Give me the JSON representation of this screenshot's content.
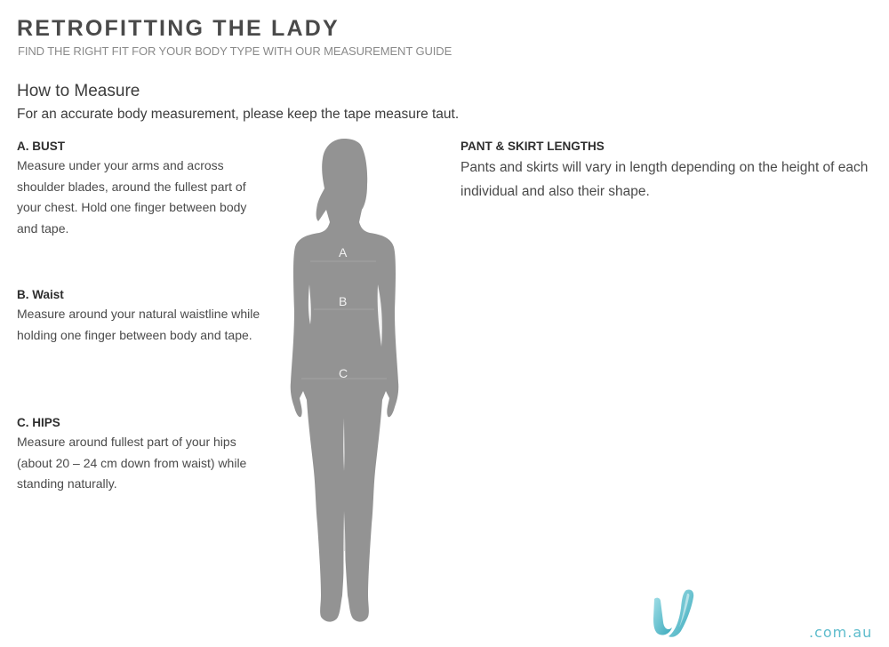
{
  "header": {
    "title": "RETROFITTING THE LADY",
    "subtitle": "FIND THE RIGHT FIT FOR YOUR BODY TYPE WITH OUR MEASUREMENT GUIDE"
  },
  "guide": {
    "heading": "How to Measure",
    "intro": "For an accurate body measurement, please keep the tape measure taut.",
    "sections": [
      {
        "head": "A. BUST",
        "body": "Measure under your arms and across shoulder blades, around the fullest part of your chest. Hold one finger between body and tape."
      },
      {
        "head": "B. Waist",
        "body": "Measure around your natural waistline while holding one finger between body and tape."
      },
      {
        "head": "C. HIPS",
        "body": "Measure around fullest part of your hips (about 20 – 24 cm down from waist) while standing naturally."
      },
      {
        "head": "PANT & SKIRT LENGTHS",
        "body": "Pants and skirts will vary in length depending on the height of each individual and also their shape."
      }
    ],
    "figure_labels": {
      "a": "A",
      "b": "B",
      "c": "C"
    }
  },
  "footer": {
    "logo_color": "#5dbccc",
    "domain_suffix": ".com.au"
  }
}
